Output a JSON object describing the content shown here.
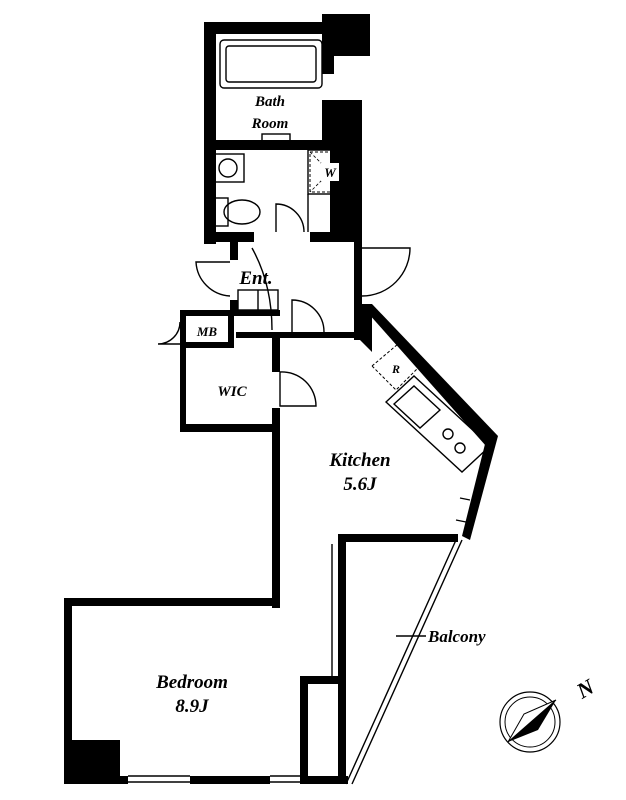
{
  "rooms": {
    "bath_line1": "Bath",
    "bath_line2": "Room",
    "washer": "W",
    "entrance": "Ent.",
    "meter_box": "MB",
    "walk_in_closet": "WIC",
    "refrigerator": "R",
    "kitchen": "Kitchen",
    "kitchen_size": "5.6J",
    "balcony": "Balcony",
    "bedroom": "Bedroom",
    "bedroom_size": "8.9J"
  },
  "compass": {
    "north_label": "N",
    "icon": "compass-icon"
  },
  "colors": {
    "wall": "#000000",
    "background": "#ffffff"
  }
}
